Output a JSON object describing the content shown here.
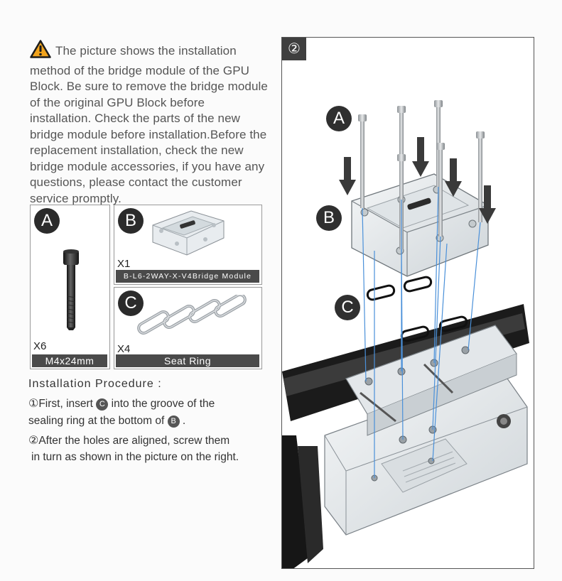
{
  "notice": {
    "text": "The picture shows the installation method of the bridge module of the GPU Block. Be sure to remove the bridge module of the original GPU Block before installation. Check the parts of the new bridge module before installation.Before the replacement installation, check the new bridge module accessories, if you have any questions, please contact the customer service promptly."
  },
  "parts": {
    "a": {
      "letter": "A",
      "qty": "X6",
      "caption": "M4x24mm"
    },
    "b": {
      "letter": "B",
      "qty": "X1",
      "caption": "B-L6-2WAY-X-V4Bridge Module"
    },
    "c": {
      "letter": "C",
      "qty": "X4",
      "caption": "Seat Ring"
    }
  },
  "procedure": {
    "title": "Installation Procedure :",
    "step1_num": "①",
    "step1_pre": "First, insert",
    "step1_ref": "C",
    "step1_mid": "into the groove of the",
    "step1_line2_pre": "sealing ring at the bottom of",
    "step1_line2_ref": "B",
    "step1_line2_post": ".",
    "step2_num": "②",
    "step2_line1": "After the holes are aligned, screw them",
    "step2_line2": "in turn as shown in the picture on the right."
  },
  "diagram": {
    "step": "②",
    "label_a": "A",
    "label_b": "B",
    "label_c": "C"
  },
  "colors": {
    "warning": "#f2a41d",
    "dark_label": "#2b2b2b",
    "caption_bg": "#4a4a4a",
    "guide_line": "#4a90d9"
  }
}
